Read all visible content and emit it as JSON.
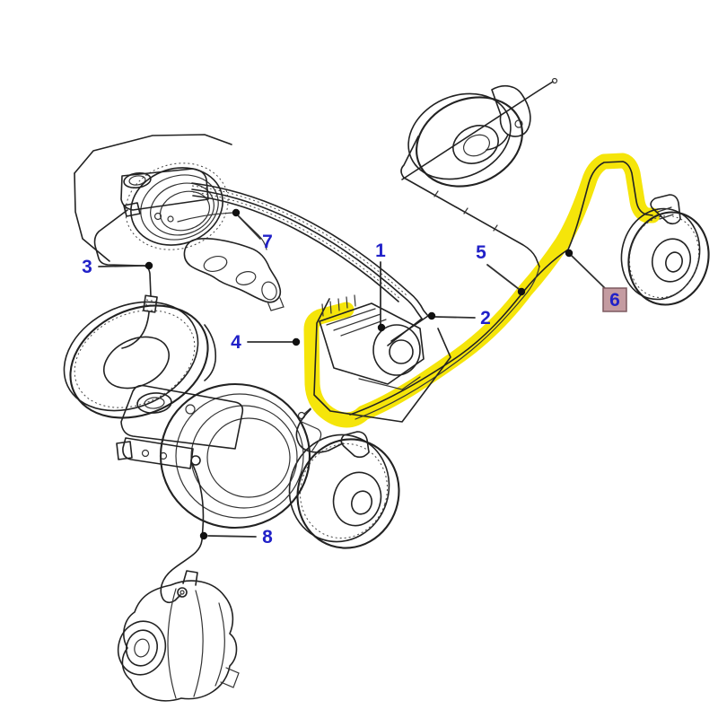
{
  "diagram": {
    "kind": "brake-pipe-parts-diagram",
    "colors": {
      "background": "#ffffff",
      "line": "#222222",
      "label_text": "#2121c8",
      "highlight": "#f5e50a",
      "selected_box_fill": "#c49ba1",
      "selected_box_border": "#7d5a60",
      "dot": "#111111",
      "red_tick": "#a85848"
    },
    "callouts": [
      {
        "label": "1",
        "selected": false
      },
      {
        "label": "2",
        "selected": false
      },
      {
        "label": "3",
        "selected": false
      },
      {
        "label": "4",
        "selected": false
      },
      {
        "label": "5",
        "selected": false
      },
      {
        "label": "6",
        "selected": true
      },
      {
        "label": "7",
        "selected": false
      },
      {
        "label": "8",
        "selected": false
      }
    ],
    "highlighted_part_label": "6"
  }
}
